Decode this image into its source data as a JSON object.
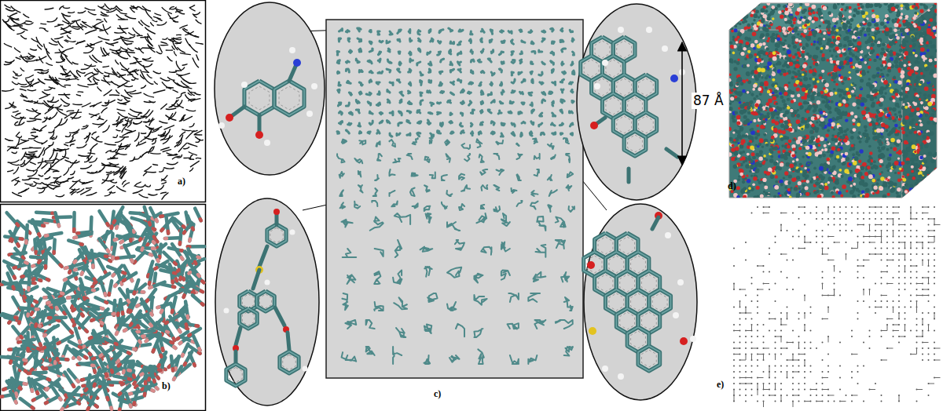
{
  "diagram": {
    "labels": [
      "a)",
      "b)",
      "c)",
      "87 Å",
      "d)",
      "e)"
    ]
  }
}
